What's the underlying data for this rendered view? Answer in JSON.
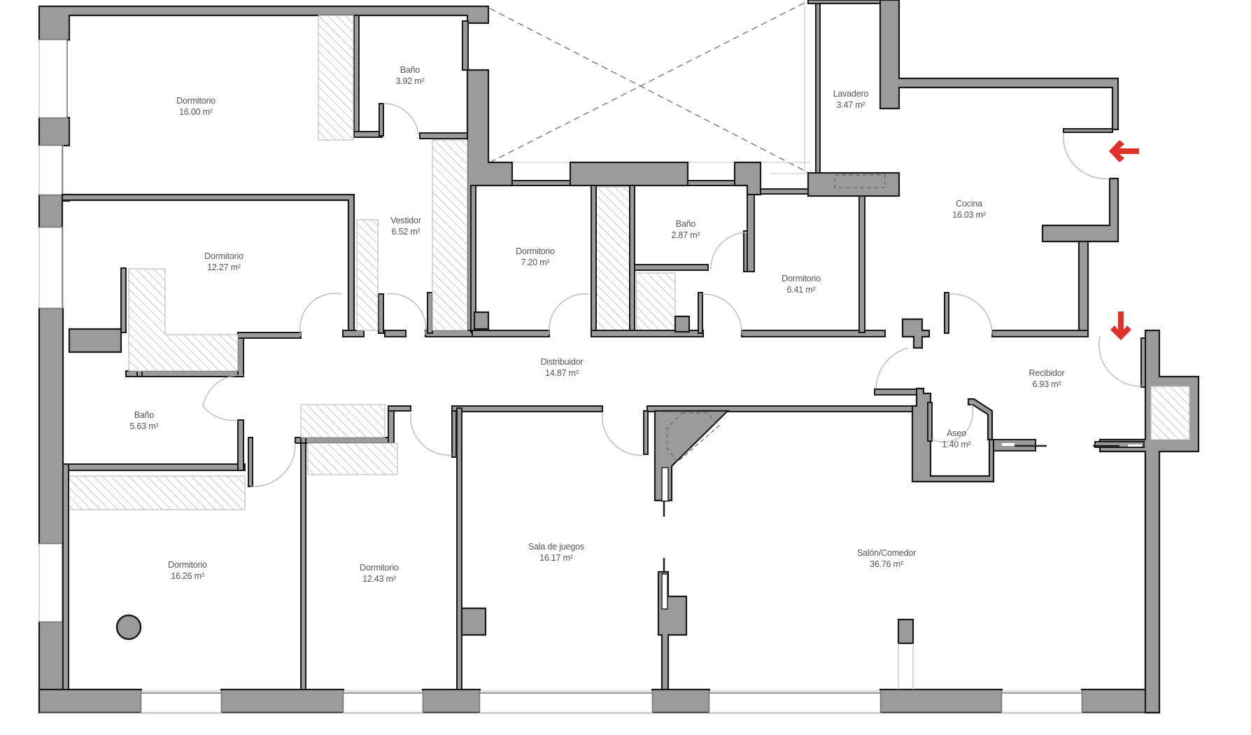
{
  "plan": {
    "type": "floor-plan",
    "area_unit": "m²",
    "colors": {
      "wall_fill": "#9b9b9b",
      "wall_stroke": "#1a1a1a",
      "label_text": "#555555",
      "entrance_arrow": "#e0302a",
      "background": "#ffffff"
    },
    "rooms": [
      {
        "name": "Dormitorio",
        "area": "16.00 m²"
      },
      {
        "name": "Baño",
        "area": "3.92 m²"
      },
      {
        "name": "Vestidor",
        "area": "6.52 m²"
      },
      {
        "name": "Dormitorio",
        "area": "12.27 m²"
      },
      {
        "name": "Dormitorio",
        "area": "7.20 m²"
      },
      {
        "name": "Baño",
        "area": "2.87 m²"
      },
      {
        "name": "Lavadero",
        "area": "3.47 m²"
      },
      {
        "name": "Cocina",
        "area": "16.03 m²"
      },
      {
        "name": "Dormitorio",
        "area": "6.41 m²"
      },
      {
        "name": "Distribuidor",
        "area": "14.87 m²"
      },
      {
        "name": "Recibidor",
        "area": "6.93 m²"
      },
      {
        "name": "Baño",
        "area": "5.63 m²"
      },
      {
        "name": "Aseo",
        "area": "1.40 m²"
      },
      {
        "name": "Dormitorio",
        "area": "16.26 m²"
      },
      {
        "name": "Dormitorio",
        "area": "12.43 m²"
      },
      {
        "name": "Sala de juegos",
        "area": "16.17 m²"
      },
      {
        "name": "Salón/Comedor",
        "area": "36.76 m²"
      }
    ],
    "entrances": [
      {
        "icon": "arrow-left-icon",
        "location": "Cocina"
      },
      {
        "icon": "arrow-down-icon",
        "location": "Recibidor"
      }
    ]
  }
}
